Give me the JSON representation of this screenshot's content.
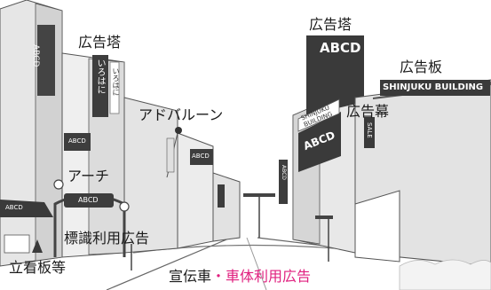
{
  "labels": {
    "kokokutou_left": "広告塔",
    "kokokutou_right": "広告塔",
    "kokokuban": "広告板",
    "adoballoon": "アドバルーン",
    "kokokumaku": "広告幕",
    "arch": "アーチ",
    "hyoshiki": "標識利用広告",
    "tatekanban": "立看板等",
    "senden": "宣伝車",
    "separator": "・",
    "shatai": "車体利用広告"
  },
  "signs": {
    "abcd": "ABCD",
    "iroha": "いろはに",
    "iroha_small": "いろはに",
    "shinjuku_building": "SHINJUKU BUILDING",
    "shinjuku_building_small": "SHINJUKU BUILDING",
    "sale": "SALE"
  }
}
